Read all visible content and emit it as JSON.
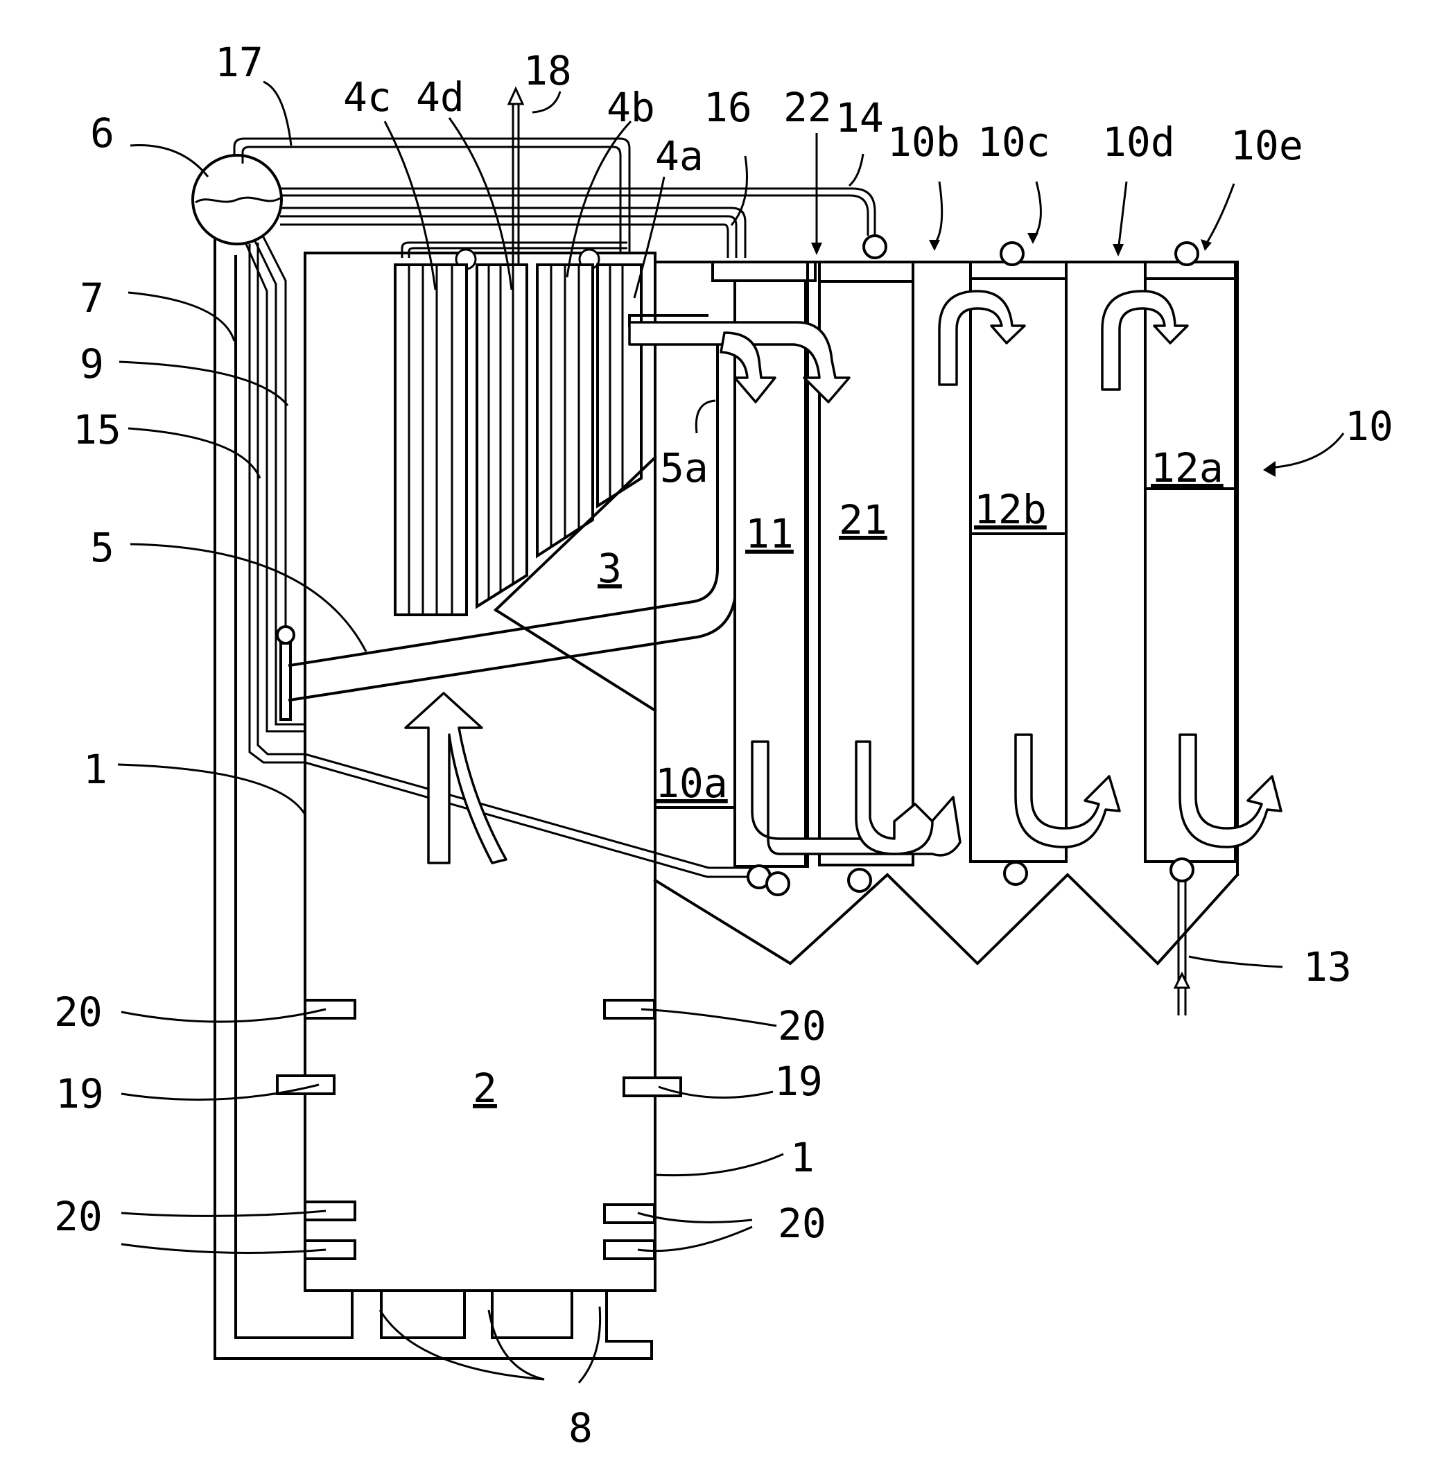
{
  "labels": {
    "l17": "17",
    "l18": "18",
    "l6": "6",
    "l4c": "4c",
    "l4d": "4d",
    "l4b": "4b",
    "l4a": "4a",
    "l16": "16",
    "l22": "22",
    "l14": "14",
    "l10b": "10b",
    "l10c": "10c",
    "l10d": "10d",
    "l10e": "10e",
    "l7": "7",
    "l9": "9",
    "l15": "15",
    "l10": "10",
    "l5a": "5a",
    "l12a": "12a",
    "l11": "11",
    "l21": "21",
    "l12b": "12b",
    "l3": "3",
    "l5": "5",
    "l1a": "1",
    "l10a": "10a",
    "l13": "13",
    "l20a": "20",
    "l20b": "20",
    "l19a": "19",
    "l19b": "19",
    "l2": "2",
    "l1b": "1",
    "l20c": "20",
    "l20d": "20",
    "l8": "8"
  }
}
